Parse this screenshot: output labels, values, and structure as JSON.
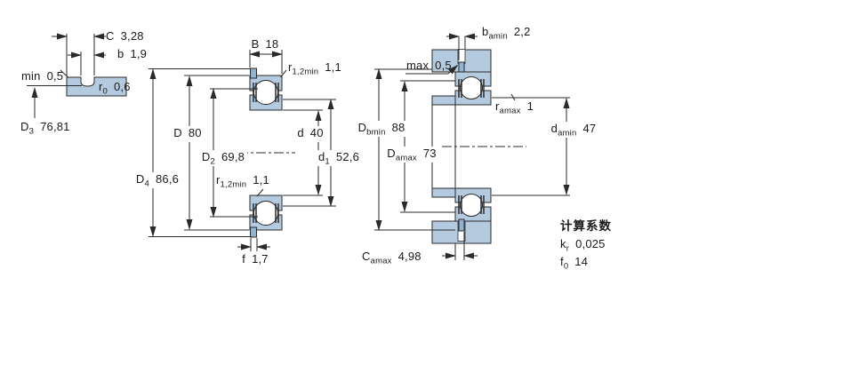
{
  "drawing": {
    "fill_blue": "#b4cade",
    "snap_ring_blue": "#93b2cf",
    "line_color": "#2a2a2a",
    "text_color": "#1a1a1a"
  },
  "dimensions": {
    "c_width": {
      "base": "C",
      "sub": "",
      "value": "3,28"
    },
    "b_width": {
      "base": "b",
      "sub": "",
      "value": "1,9"
    },
    "min_edge": {
      "base": "min",
      "sub": "",
      "value": "0,5"
    },
    "r0": {
      "base": "r",
      "sub": "0",
      "value": "0,6"
    },
    "d3": {
      "base": "D",
      "sub": "3",
      "value": "76,81"
    },
    "b_ring": {
      "base": "B",
      "sub": "",
      "value": "18"
    },
    "r12_top": {
      "base": "r",
      "sub": "1,2min",
      "value": "1,1"
    },
    "outer_d": {
      "base": "D",
      "sub": "",
      "value": "80"
    },
    "bore_d": {
      "base": "d",
      "sub": "",
      "value": "40"
    },
    "d2": {
      "base": "D",
      "sub": "2",
      "value": "69,8"
    },
    "d1": {
      "base": "d",
      "sub": "1",
      "value": "52,6"
    },
    "d4": {
      "base": "D",
      "sub": "4",
      "value": "86,6"
    },
    "r12_bottom": {
      "base": "r",
      "sub": "1,2min",
      "value": "1,1"
    },
    "f_snap": {
      "base": "f",
      "sub": "",
      "value": "1,7"
    },
    "ba_min": {
      "base": "b",
      "sub": "amin",
      "value": "2,2"
    },
    "max_edge": {
      "base": "max",
      "sub": "",
      "value": "0,5"
    },
    "db_min": {
      "base": "D",
      "sub": "bmin",
      "value": "88"
    },
    "ra_max": {
      "base": "r",
      "sub": "amax",
      "value": "1"
    },
    "da_min": {
      "base": "d",
      "sub": "amin",
      "value": "47"
    },
    "da_max": {
      "base": "D",
      "sub": "amax",
      "value": "73"
    },
    "ca_max": {
      "base": "C",
      "sub": "amax",
      "value": "4,98"
    }
  },
  "calculation_factors": {
    "heading": "计算系数",
    "kr": {
      "base": "k",
      "sub": "r",
      "value": "0,025"
    },
    "f0": {
      "base": "f",
      "sub": "0",
      "value": "14"
    }
  }
}
